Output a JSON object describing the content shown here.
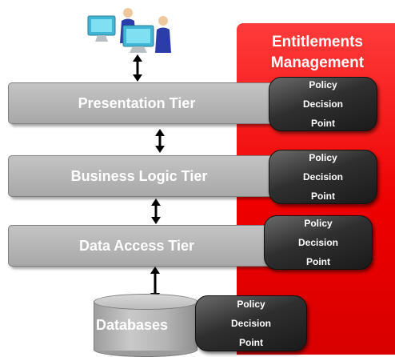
{
  "entitlements": {
    "title_line1": "Entitlements",
    "title_line2": "Management"
  },
  "tiers": [
    {
      "label": "Presentation Tier"
    },
    {
      "label": "Business Logic Tier"
    },
    {
      "label": "Data Access Tier"
    }
  ],
  "database": {
    "label": "Databases"
  },
  "pdp": {
    "line1": "Policy",
    "line2": "Decision",
    "line3": "Point"
  },
  "colors": {
    "entitlements_panel": "#ee0000",
    "tier_fill": "#b4b4b4",
    "pdp_fill": "#2a2a2a",
    "arrow": "#000000"
  },
  "icons": [
    "computer-user-icon"
  ]
}
